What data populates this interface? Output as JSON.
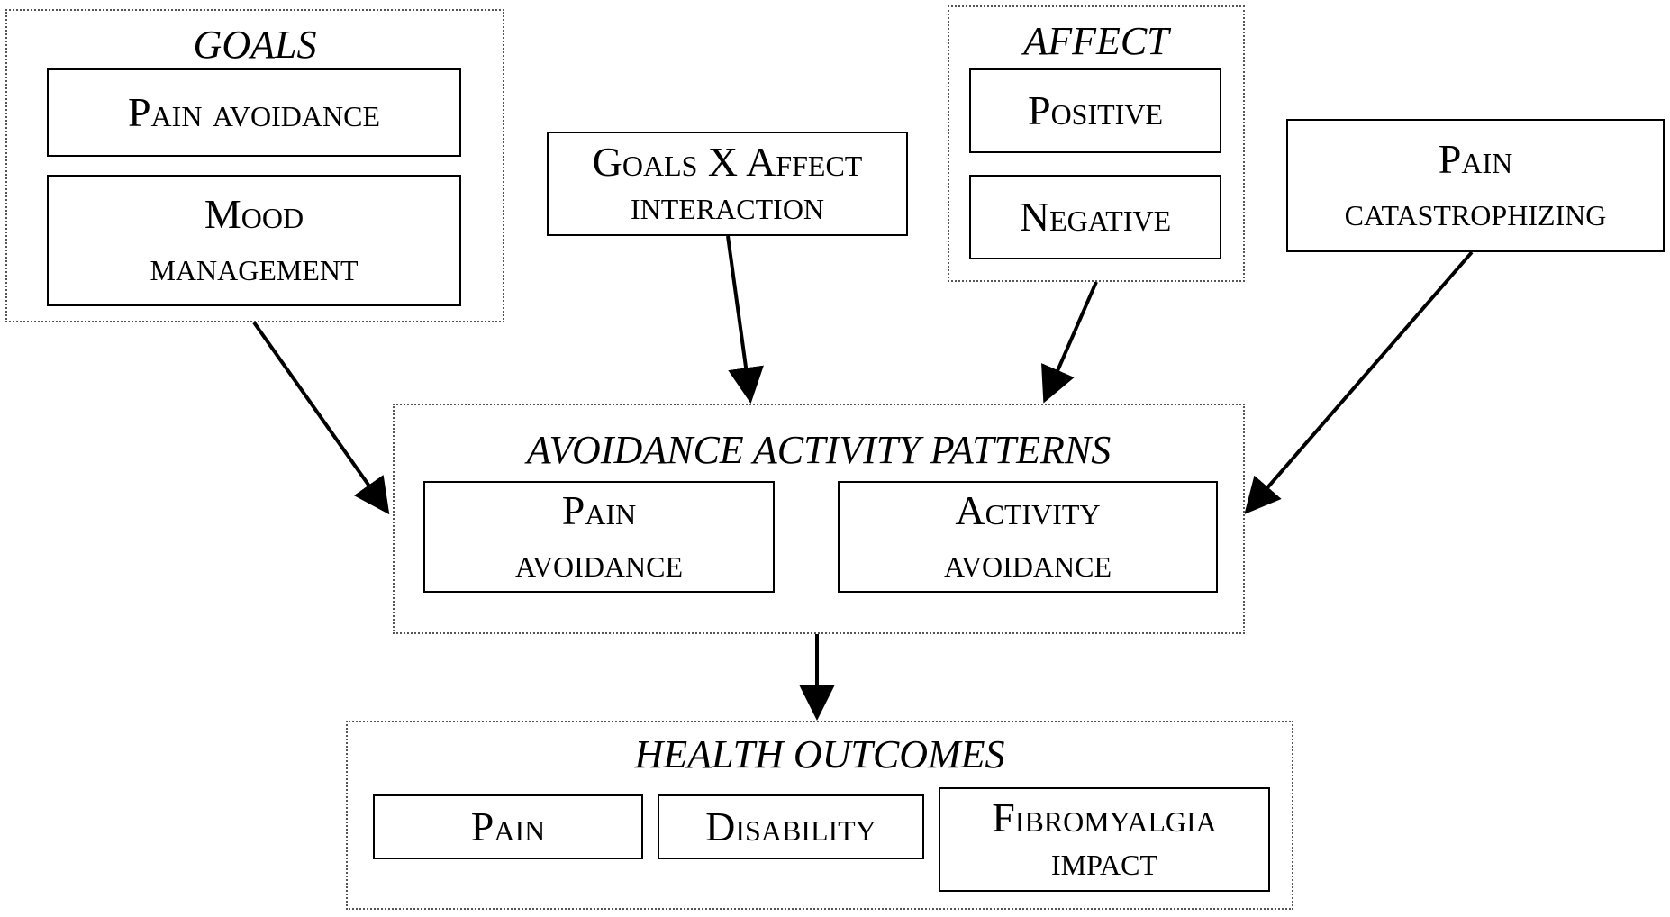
{
  "goals": {
    "title": "GOALS",
    "items": [
      {
        "line1": "Pain avoidance"
      },
      {
        "line1": "Mood",
        "line2": "management"
      }
    ]
  },
  "interaction": {
    "line1": "Goals X Affect",
    "line2": "interaction"
  },
  "affect": {
    "title": "AFFECT",
    "items": [
      {
        "line1": "Positive"
      },
      {
        "line1": "Negative"
      }
    ]
  },
  "catastrophizing": {
    "line1": "Pain",
    "line2": "catastrophizing"
  },
  "avoidance_patterns": {
    "title": "AVOIDANCE ACTIVITY PATTERNS",
    "items": [
      {
        "line1": "Pain",
        "line2": "avoidance"
      },
      {
        "line1": "Activity",
        "line2": "avoidance"
      }
    ]
  },
  "health_outcomes": {
    "title": "HEALTH OUTCOMES",
    "items": [
      {
        "line1": "Pain"
      },
      {
        "line1": "Disability"
      },
      {
        "line1": "Fibromyalgia",
        "line2": "impact"
      }
    ]
  }
}
